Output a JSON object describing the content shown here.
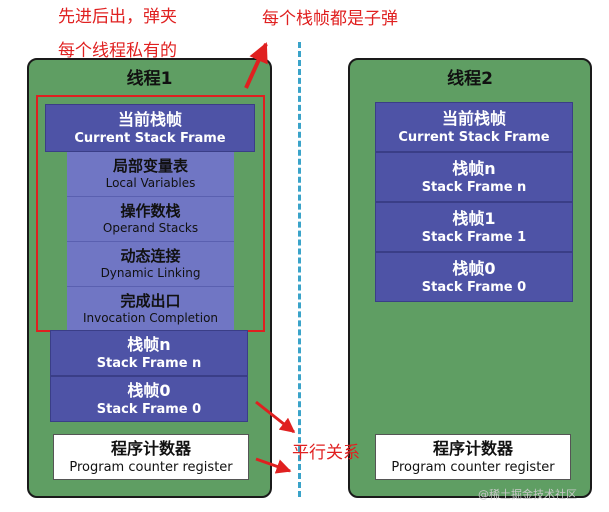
{
  "annotations": {
    "stack_note_line1": "先进后出，弹夹",
    "stack_note_line2": "每个线程私有的",
    "frame_note": "每个栈帧都是子弹",
    "parallel_note": "平行关系"
  },
  "thread1": {
    "title": "线程1",
    "current_frame": {
      "cn": "当前栈帧",
      "en": "Current Stack Frame"
    },
    "inner": [
      {
        "cn": "局部变量表",
        "en": "Local Variables"
      },
      {
        "cn": "操作数栈",
        "en": "Operand Stacks"
      },
      {
        "cn": "动态连接",
        "en": "Dynamic Linking"
      },
      {
        "cn": "完成出口",
        "en": "Invocation Completion"
      }
    ],
    "frames": [
      {
        "cn": "栈帧n",
        "en": "Stack Frame n"
      },
      {
        "cn": "栈帧0",
        "en": "Stack Frame 0"
      }
    ],
    "pc": {
      "cn": "程序计数器",
      "en": "Program counter register"
    }
  },
  "thread2": {
    "title": "线程2",
    "frames": [
      {
        "cn": "当前栈帧",
        "en": "Current Stack Frame"
      },
      {
        "cn": "栈帧n",
        "en": "Stack Frame n"
      },
      {
        "cn": "栈帧1",
        "en": "Stack Frame 1"
      },
      {
        "cn": "栈帧0",
        "en": "Stack Frame 0"
      }
    ],
    "pc": {
      "cn": "程序计数器",
      "en": "Program counter register"
    }
  },
  "watermark": "@稀土掘金技术社区",
  "colors": {
    "thread_bg": "#5f9e63",
    "frame_bg": "#4e53a6",
    "inner_bg": "#7076c4",
    "annotation": "#e02020",
    "divider": "#3aa3c9"
  }
}
